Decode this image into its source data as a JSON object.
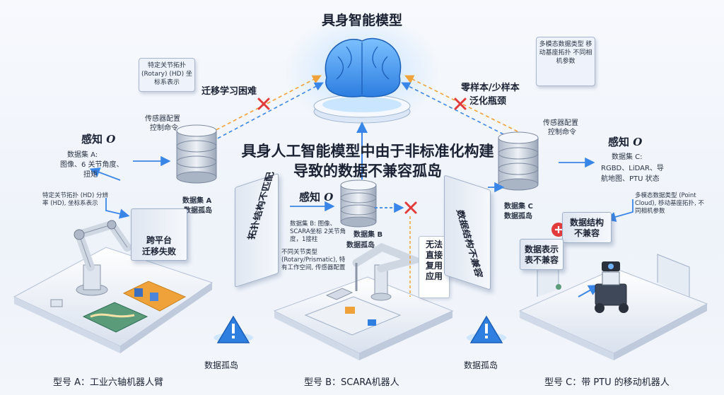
{
  "title": "具身智能模型",
  "center_title": "具身人工智能模型中由于非标准化构建导致的数据不兼容孤岛",
  "transfer_left": "迁移学习困难",
  "transfer_right_1": "零样本/少样本",
  "transfer_right_2": "泛化瓶颈",
  "left": {
    "tag_top": "特定关节拓扑 (Rotary) (HD) 坐标系表示",
    "sensor_1": "传感器配置",
    "sensor_2": "控制命令",
    "perception": "感知",
    "perception_symbol": "O",
    "dataset_desc_1": "数据集 A:",
    "dataset_desc_2": "图像、6 关节角度、",
    "dataset_desc_3": "扭矩",
    "note": "特定关节拓扑 (HD) 分辨率 (HD), 坐标系表示",
    "db_label_1": "数据集 A",
    "db_label_2": "数据孤岛",
    "fail_1": "跨平台",
    "fail_2": "迁移失败",
    "wall": "拓扑结构不匹配",
    "model": "型号 A：工业六轴机器人臂"
  },
  "middle": {
    "perception": "感知",
    "perception_symbol": "O",
    "dataset_desc": "数据集 B: 图像、SCARA坐标 2关节角度，1接柱",
    "note": "不同关节类型 (Rotary/Prismatic), 特有工作空间, 传感器配置",
    "db_label_1": "数据集 B",
    "db_label_2": "数据孤岛",
    "callout": "无法直接复用应用",
    "island": "数据孤岛",
    "model": "型号 B：SCARA机器人"
  },
  "right": {
    "tag_top": "多模态数据类型 移动基座拓扑 不同相机参数",
    "sensor_1": "传感器配置",
    "sensor_2": "控制命令",
    "perception": "感知",
    "perception_symbol": "O",
    "dataset_desc_1": "数据集 C:",
    "dataset_desc_2": "RGBD、LiDAR、导",
    "dataset_desc_3": "航地图、PTU 状态",
    "note": "多模态数据类型 (Point Cloud), 移动基座拓扑, 不同相机参数",
    "db_label_1": "数据集 C",
    "db_label_2": "数据孤岛",
    "wall": "数据结构不兼容",
    "fail_1": "数据结构",
    "fail_2": "不兼容",
    "fail_3": "数据表示",
    "fail_4": "表不兼容",
    "island": "数据孤岛",
    "model": "型号 C：带 PTU 的移动机器人"
  },
  "colors": {
    "accent": "#3a86e8",
    "error": "#e23b3b",
    "orange": "#f0a23a",
    "warn_blue": "#2f7fe0"
  }
}
